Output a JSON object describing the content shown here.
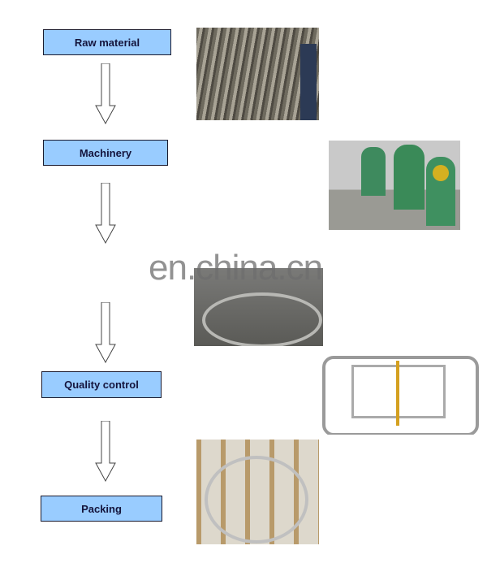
{
  "steps": [
    {
      "label": "Raw material"
    },
    {
      "label": "Machinery"
    },
    {
      "label": "Quality control"
    },
    {
      "label": "Packing"
    }
  ],
  "watermark": "en.china.cn",
  "colors": {
    "box": "#99ccff",
    "text": "#14143c"
  }
}
